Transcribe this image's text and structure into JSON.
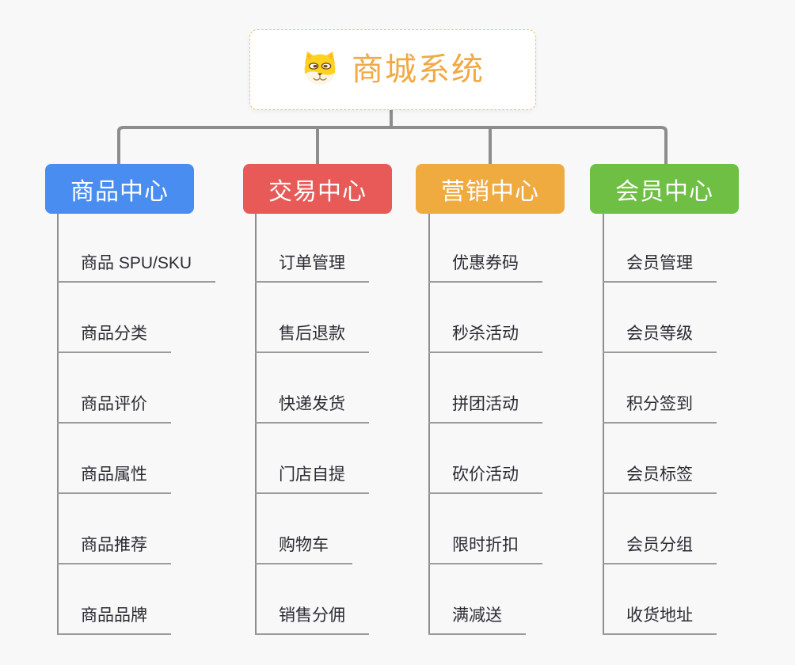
{
  "root": {
    "title": "商城系统",
    "icon": "dog-face-icon"
  },
  "branches": [
    {
      "label": "商品中心",
      "color": "#4a8df0",
      "items": [
        "商品 SPU/SKU",
        "商品分类",
        "商品评价",
        "商品属性",
        "商品推荐",
        "商品品牌"
      ]
    },
    {
      "label": "交易中心",
      "color": "#e85a57",
      "items": [
        "订单管理",
        "售后退款",
        "快递发货",
        "门店自提",
        "购物车",
        "销售分佣"
      ]
    },
    {
      "label": "营销中心",
      "color": "#efab40",
      "items": [
        "优惠券码",
        "秒杀活动",
        "拼团活动",
        "砍价活动",
        "限时折扣",
        "满减送"
      ]
    },
    {
      "label": "会员中心",
      "color": "#6ebf44",
      "items": [
        "会员管理",
        "会员等级",
        "积分签到",
        "会员标签",
        "会员分组",
        "收货地址"
      ]
    }
  ],
  "colors": {
    "background": "#f8f8f8",
    "connector": "#8d8d8d",
    "underline": "#9b9b9b",
    "leaf_text": "#2b2b33",
    "root_title": "#f0a943",
    "root_border": "#f3c27a"
  }
}
